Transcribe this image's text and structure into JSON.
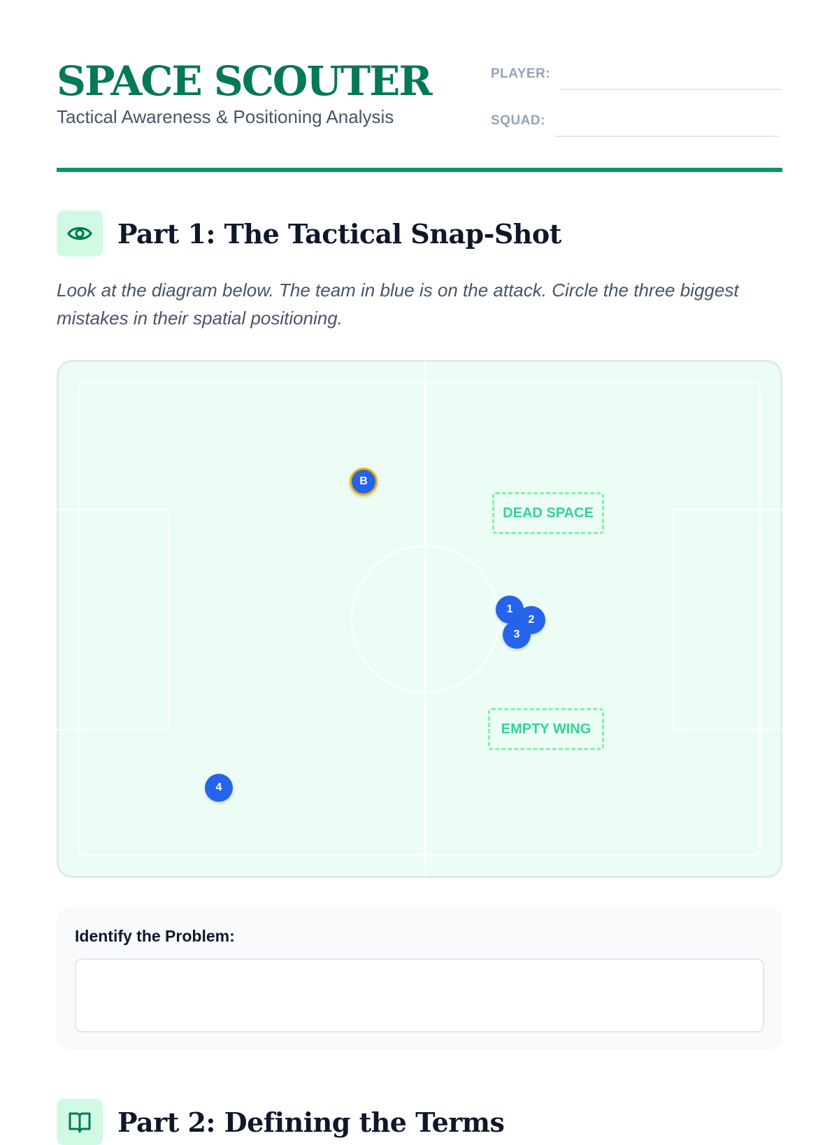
{
  "header": {
    "title": "SPACE SCOUTER",
    "subtitle": "Tactical Awareness & Positioning Analysis",
    "player_label": "PLAYER:",
    "squad_label": "SQUAD:"
  },
  "part1": {
    "title": "Part 1: The Tactical Snap-Shot",
    "icon": "eye-icon",
    "instructions": "Look at the diagram below. The team in blue is on the attack. Circle the three biggest mistakes in their spatial positioning.",
    "pitch": {
      "zones": [
        {
          "label": "DEAD SPACE"
        },
        {
          "label": "EMPTY WING"
        }
      ],
      "players": [
        {
          "label": "B",
          "role": "ball-carrier"
        },
        {
          "label": "1"
        },
        {
          "label": "2"
        },
        {
          "label": "3"
        },
        {
          "label": "4"
        }
      ]
    },
    "answer_label": "Identify the Problem:"
  },
  "part2": {
    "title": "Part 2: Defining the Terms",
    "icon": "book-icon"
  },
  "colors": {
    "brand": "#047857",
    "accent": "#059669",
    "team_blue": "#2563eb",
    "ball_ring": "#eab308",
    "pitch": "#ecfdf5",
    "zone": "#34d399"
  }
}
